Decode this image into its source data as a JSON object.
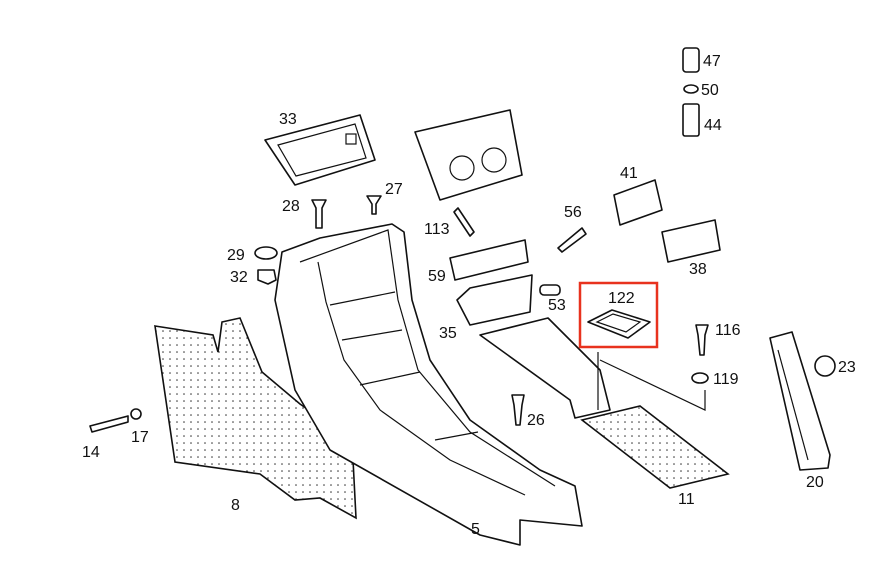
{
  "diagram": {
    "highlight_color": "#e8321e",
    "highlighted_part": "122",
    "parts": {
      "p47": "47",
      "p50": "50",
      "p44": "44",
      "p33": "33",
      "p27": "27",
      "p28": "28",
      "p41": "41",
      "p56": "56",
      "p113": "113",
      "p29": "29",
      "p32": "32",
      "p38": "38",
      "p59": "59",
      "p53": "53",
      "p122": "122",
      "p35": "35",
      "p116": "116",
      "p119": "119",
      "p23": "23",
      "p14": "14",
      "p17": "17",
      "p26": "26",
      "p8": "8",
      "p5": "5",
      "p11": "11",
      "p20": "20"
    }
  }
}
